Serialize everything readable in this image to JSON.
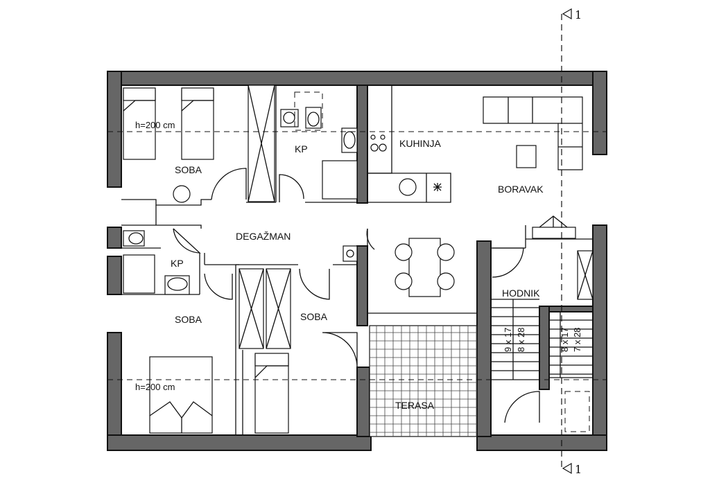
{
  "section_marks": {
    "top": "1",
    "bottom": "1"
  },
  "rooms": {
    "soba_top": "SOBA",
    "kp_top": "KP",
    "kuhinja": "KUHINJA",
    "boravak": "BORAVAK",
    "degazman": "DEGAŽMAN",
    "kp_mid": "KP",
    "soba_bottom_left": "SOBA",
    "soba_bottom_mid": "SOBA",
    "hodnik": "HODNIK",
    "terasa": "TERASA"
  },
  "annotations": {
    "height_top": "h=200 cm",
    "height_bottom": "h=200 cm"
  },
  "stairs": {
    "left_a": "9 x 17",
    "left_b": "8 x 28",
    "right_a": "8 x 17",
    "right_b": "7 x 28"
  },
  "colors": {
    "wall": "#666666",
    "line": "#111111"
  }
}
